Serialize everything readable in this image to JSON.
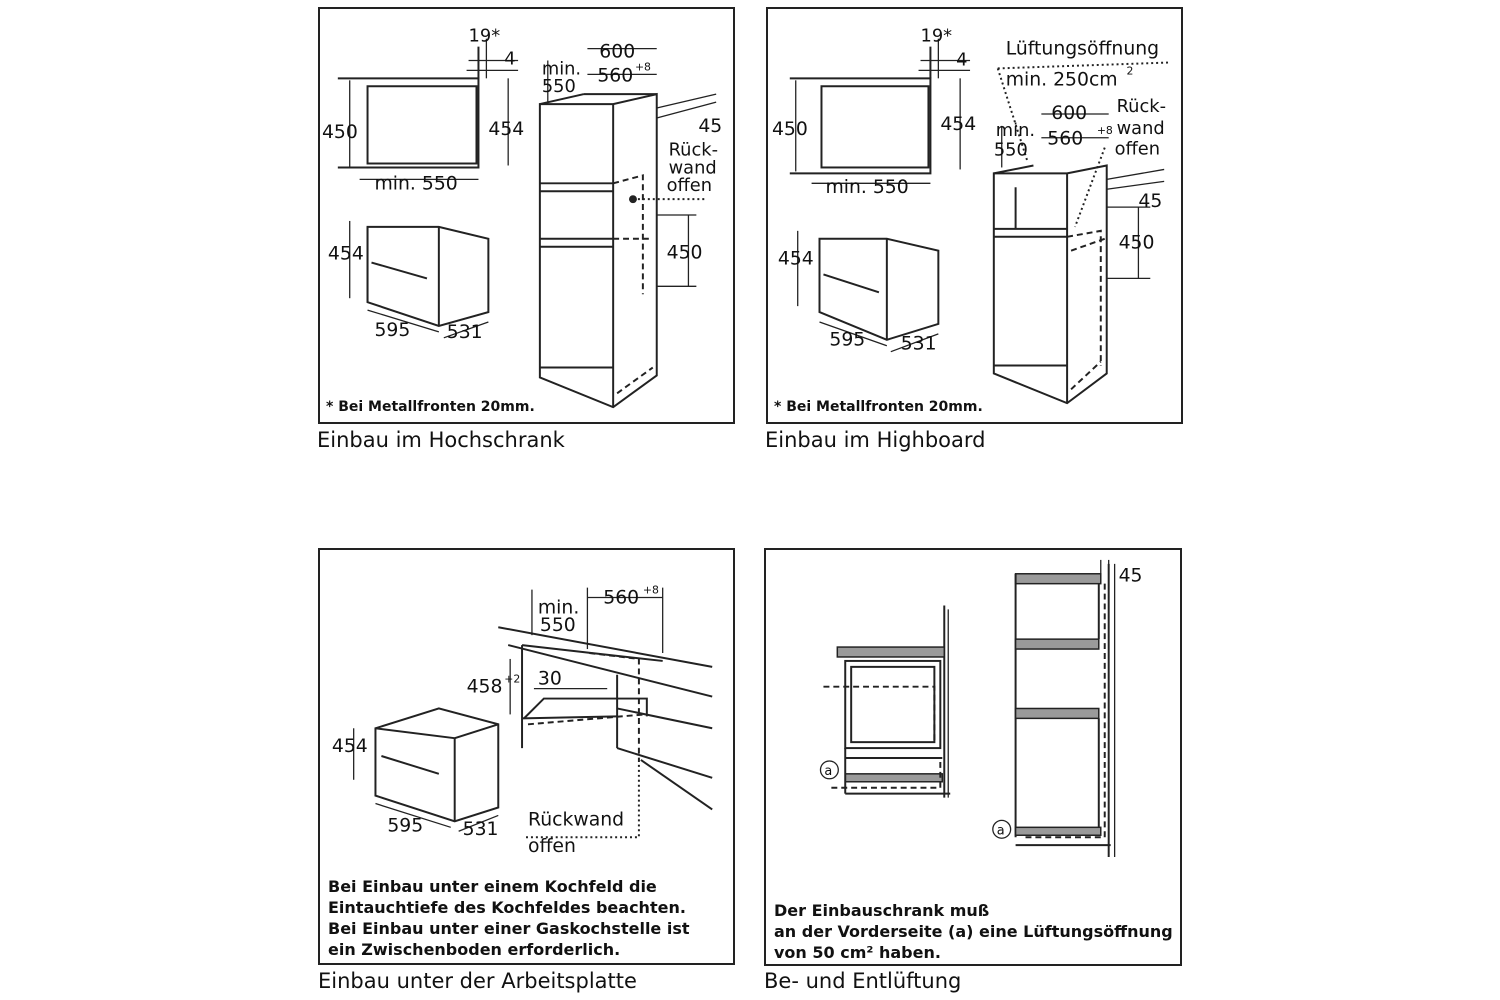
{
  "panels": {
    "hochschrank": {
      "caption": "Einbau im Hochschrank",
      "note": "* Bei Metallfronten 20mm.",
      "labels": {
        "d19": "19*",
        "d4": "4",
        "d450": "450",
        "d454": "454",
        "min550": "min. 550",
        "oven454": "454",
        "oven595": "595",
        "oven531": "531",
        "d600": "600",
        "min": "min.",
        "d550": "550",
        "d560": "560",
        "tol8": "+8",
        "d45": "45",
        "ruck": "Rück-",
        "wand": "wand",
        "offen": "offen",
        "cab450": "450"
      }
    },
    "highboard": {
      "caption": "Einbau im Highboard",
      "note": "* Bei Metallfronten 20mm.",
      "labels": {
        "d19": "19*",
        "d4": "4",
        "d450": "450",
        "d454": "454",
        "min550": "min. 550",
        "oven454": "454",
        "oven595": "595",
        "oven531": "531",
        "luft": "Lüftungsöffnung",
        "min250": "min. 250cm",
        "sup2": "2",
        "d600": "600",
        "min": "min.",
        "d550": "550",
        "d560": "560",
        "tol8": "+8",
        "ruck": "Rück-",
        "wand": "wand",
        "offen": "offen",
        "d45": "45",
        "cab450": "450"
      }
    },
    "arbeitsplatte": {
      "caption": "Einbau unter der Arbeitsplatte",
      "note_lines": [
        "Bei Einbau unter einem Kochfeld die",
        "Eintauchtiefe des Kochfeldes beachten.",
        "Bei Einbau unter einer Gaskochstelle ist",
        "ein Zwischenboden erforderlich."
      ],
      "labels": {
        "min": "min.",
        "d550": "550",
        "d560": "560",
        "tol8": "+8",
        "d458": "458",
        "tol2": "+2",
        "d30": "30",
        "oven454": "454",
        "oven595": "595",
        "oven531": "531",
        "ruckwand": "Rückwand",
        "offen": "offen"
      }
    },
    "lueftung": {
      "caption": "Be- und Entlüftung",
      "note_lines": [
        "Der Einbauschrank muß",
        "an der Vorderseite (a) eine Lüftungsöffnung",
        "von 50 cm²  haben."
      ],
      "labels": {
        "d45": "45",
        "a1": "a",
        "a2": "a"
      }
    }
  }
}
